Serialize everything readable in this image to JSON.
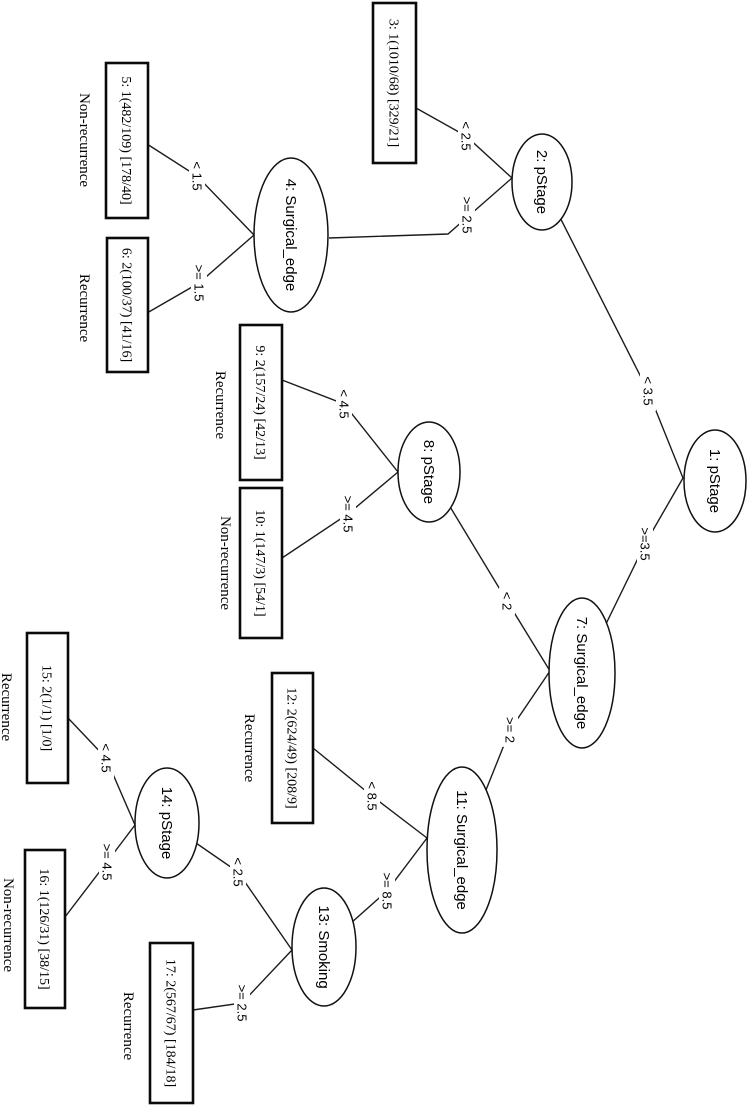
{
  "colors": {
    "background": "#ffffff",
    "stroke": "#111111",
    "text": "#000000"
  },
  "diagram": {
    "type": "decision-tree",
    "orientation": "all text rotated 90 degrees clockwise",
    "nodes": [
      {
        "id": 1,
        "label": "1: pStage",
        "shape": "ellipse"
      },
      {
        "id": 2,
        "label": "2: pStage",
        "shape": "ellipse"
      },
      {
        "id": 3,
        "label": "3: 1(1010/68) [329/21]",
        "shape": "box"
      },
      {
        "id": 4,
        "label": "4: Surgical_edge",
        "shape": "ellipse"
      },
      {
        "id": 5,
        "label": "5: 1(482/109) [178/40]",
        "shape": "box",
        "class_label": "Non-recurrence"
      },
      {
        "id": 6,
        "label": "6: 2(100/37) [41/16]",
        "shape": "box",
        "class_label": "Recurrence"
      },
      {
        "id": 7,
        "label": "7: Surgical_edge",
        "shape": "ellipse"
      },
      {
        "id": 8,
        "label": "8: pStage",
        "shape": "ellipse"
      },
      {
        "id": 9,
        "label": "9: 2(157/24) [42/13]",
        "shape": "box",
        "class_label": "Recurrence"
      },
      {
        "id": 10,
        "label": "10: 1(147/3) [54/1]",
        "shape": "box",
        "class_label": "Non-recurrence"
      },
      {
        "id": 11,
        "label": "11: Surgical_edge",
        "shape": "ellipse"
      },
      {
        "id": 12,
        "label": "12: 2(624/49) [208/9]",
        "shape": "box",
        "class_label": "Recurrence"
      },
      {
        "id": 13,
        "label": "13: Smoking",
        "shape": "ellipse"
      },
      {
        "id": 14,
        "label": "14: pStage",
        "shape": "ellipse"
      },
      {
        "id": 15,
        "label": "15: 2(1/1) [1/0]",
        "shape": "box",
        "class_label": "Recurrence"
      },
      {
        "id": 16,
        "label": "16: 1(126/31) [38/15]",
        "shape": "box",
        "class_label": "Non-recurrence"
      },
      {
        "id": 17,
        "label": "17: 2(567/67) [184/18]",
        "shape": "box",
        "class_label": "Recurrence"
      }
    ],
    "edges": [
      {
        "from": 1,
        "to": 2,
        "label": "< 3.5"
      },
      {
        "from": 1,
        "to": 7,
        "label": ">=3.5"
      },
      {
        "from": 2,
        "to": 3,
        "label": "< 2.5"
      },
      {
        "from": 2,
        "to": 4,
        "label": ">= 2.5"
      },
      {
        "from": 4,
        "to": 5,
        "label": "< 1.5"
      },
      {
        "from": 4,
        "to": 6,
        "label": ">= 1.5"
      },
      {
        "from": 7,
        "to": 8,
        "label": "< 2"
      },
      {
        "from": 7,
        "to": 11,
        "label": ">= 2"
      },
      {
        "from": 8,
        "to": 9,
        "label": "< 4.5"
      },
      {
        "from": 8,
        "to": 10,
        "label": ">= 4.5"
      },
      {
        "from": 11,
        "to": 12,
        "label": "< 8.5"
      },
      {
        "from": 11,
        "to": 13,
        "label": ">= 8.5"
      },
      {
        "from": 13,
        "to": 14,
        "label": "< 2.5"
      },
      {
        "from": 13,
        "to": 17,
        "label": ">= 2.5"
      },
      {
        "from": 14,
        "to": 15,
        "label": "< 4.5"
      },
      {
        "from": 14,
        "to": 16,
        "label": ">= 4.5"
      }
    ]
  }
}
